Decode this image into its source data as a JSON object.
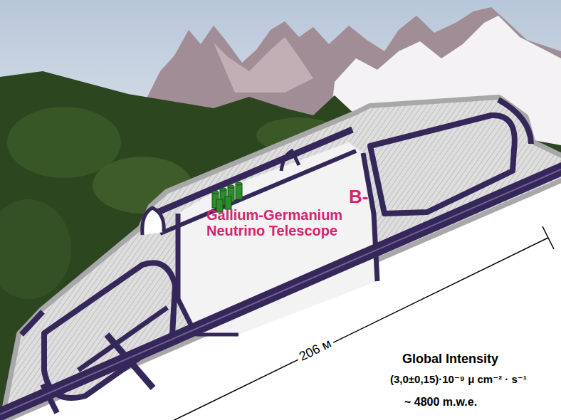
{
  "diagram": {
    "nodes": [
      {
        "text": [
          "B-",
          "Gallium-Germanium Neutrino Telescope"
        ]
      }
    ],
    "labels": [
      "206 м",
      "Global Intensity",
      "(3,0±0,15)·10⁻⁹ μ cm⁻² · s⁻¹",
      "~ 4800 m.w.e."
    ]
  }
}
